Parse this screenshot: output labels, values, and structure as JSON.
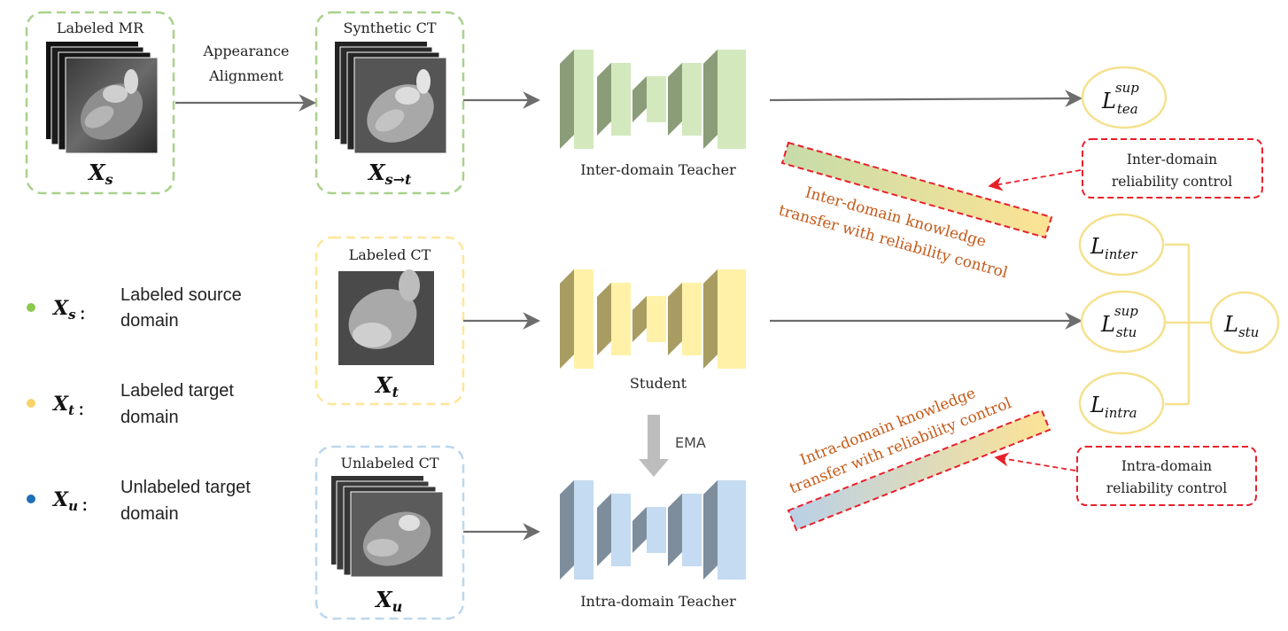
{
  "inputs": {
    "labeled_mr": "Labeled MR",
    "xs": "X",
    "xs_sub": "s",
    "synthetic_ct": "Synthetic CT",
    "xst": "X",
    "xst_sub": "s→t",
    "labeled_ct": "Labeled CT",
    "xt": "X",
    "xt_sub": "t",
    "unlabeled_ct": "Unlabeled CT",
    "xu": "X",
    "xu_sub": "u"
  },
  "alignment": {
    "line1": "Appearance",
    "line2": "Alignment"
  },
  "networks": {
    "inter_teacher": "Inter-domain Teacher",
    "student": "Student",
    "intra_teacher": "Intra-domain Teacher",
    "ema": "EMA"
  },
  "losses": {
    "tea_sup": {
      "main": "L",
      "sup": "sup",
      "sub": "tea"
    },
    "inter": {
      "main": "L",
      "sub": "inter"
    },
    "stu_sup": {
      "main": "L",
      "sup": "sup",
      "sub": "stu"
    },
    "intra": {
      "main": "L",
      "sub": "intra"
    },
    "stu": {
      "main": "L",
      "sub": "stu"
    }
  },
  "transfer": {
    "inter_line1": "Inter-domain knowledge",
    "inter_line2": "transfer with reliability control",
    "intra_line1": "Intra-domain knowledge",
    "intra_line2": "transfer with reliability control"
  },
  "controls": {
    "inter_line1": "Inter-domain",
    "inter_line2": "reliability control",
    "intra_line1": "Intra-domain",
    "intra_line2": "reliability control"
  },
  "legend": [
    {
      "var": "X",
      "sub": "s",
      "line1": "Labeled source",
      "line2": "domain",
      "color": "#8cc94f"
    },
    {
      "var": "X",
      "sub": "t",
      "line1": "Labeled target",
      "line2": "domain",
      "color": "#f7d36a"
    },
    {
      "var": "X",
      "sub": "u",
      "line1": "Unlabeled target",
      "line2": "domain",
      "color": "#1f6fb8"
    }
  ],
  "colors": {
    "green_dash": "#a9d18e",
    "yellow_dash": "#ffe699",
    "blue_dash": "#bdd7ee",
    "teacher_inter_front": "#d3e9bd",
    "teacher_inter_side": "#8a9c78",
    "student_front": "#fff2a8",
    "student_side": "#a99c62",
    "teacher_intra_front": "#c4dbf1",
    "teacher_intra_side": "#7d8d9c",
    "arrow": "#6d6d6d",
    "red": "#e8202a",
    "loss_ring": "#f5e18e"
  }
}
